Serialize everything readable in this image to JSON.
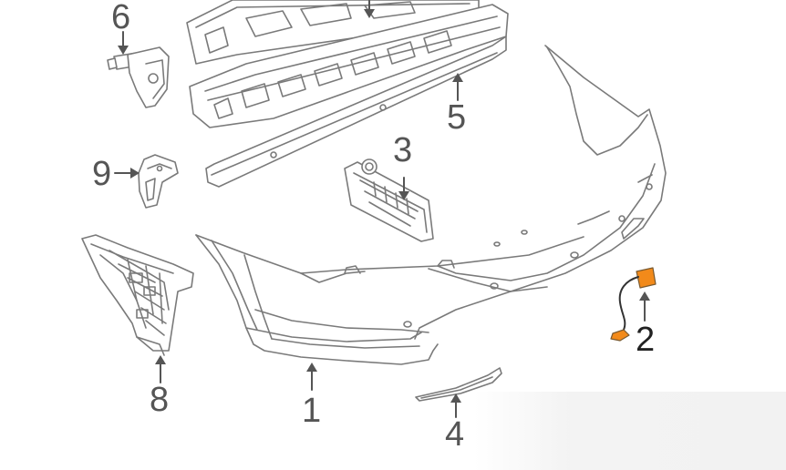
{
  "callouts": {
    "c1": "1",
    "c2": "2",
    "c3": "3",
    "c4": "4",
    "c5": "5",
    "c6": "6",
    "c8": "8",
    "c9": "9"
  },
  "colors": {
    "line": "#7a7a7a",
    "highlight": "#f28a1a",
    "label": "#555555",
    "label_dark": "#222222"
  }
}
